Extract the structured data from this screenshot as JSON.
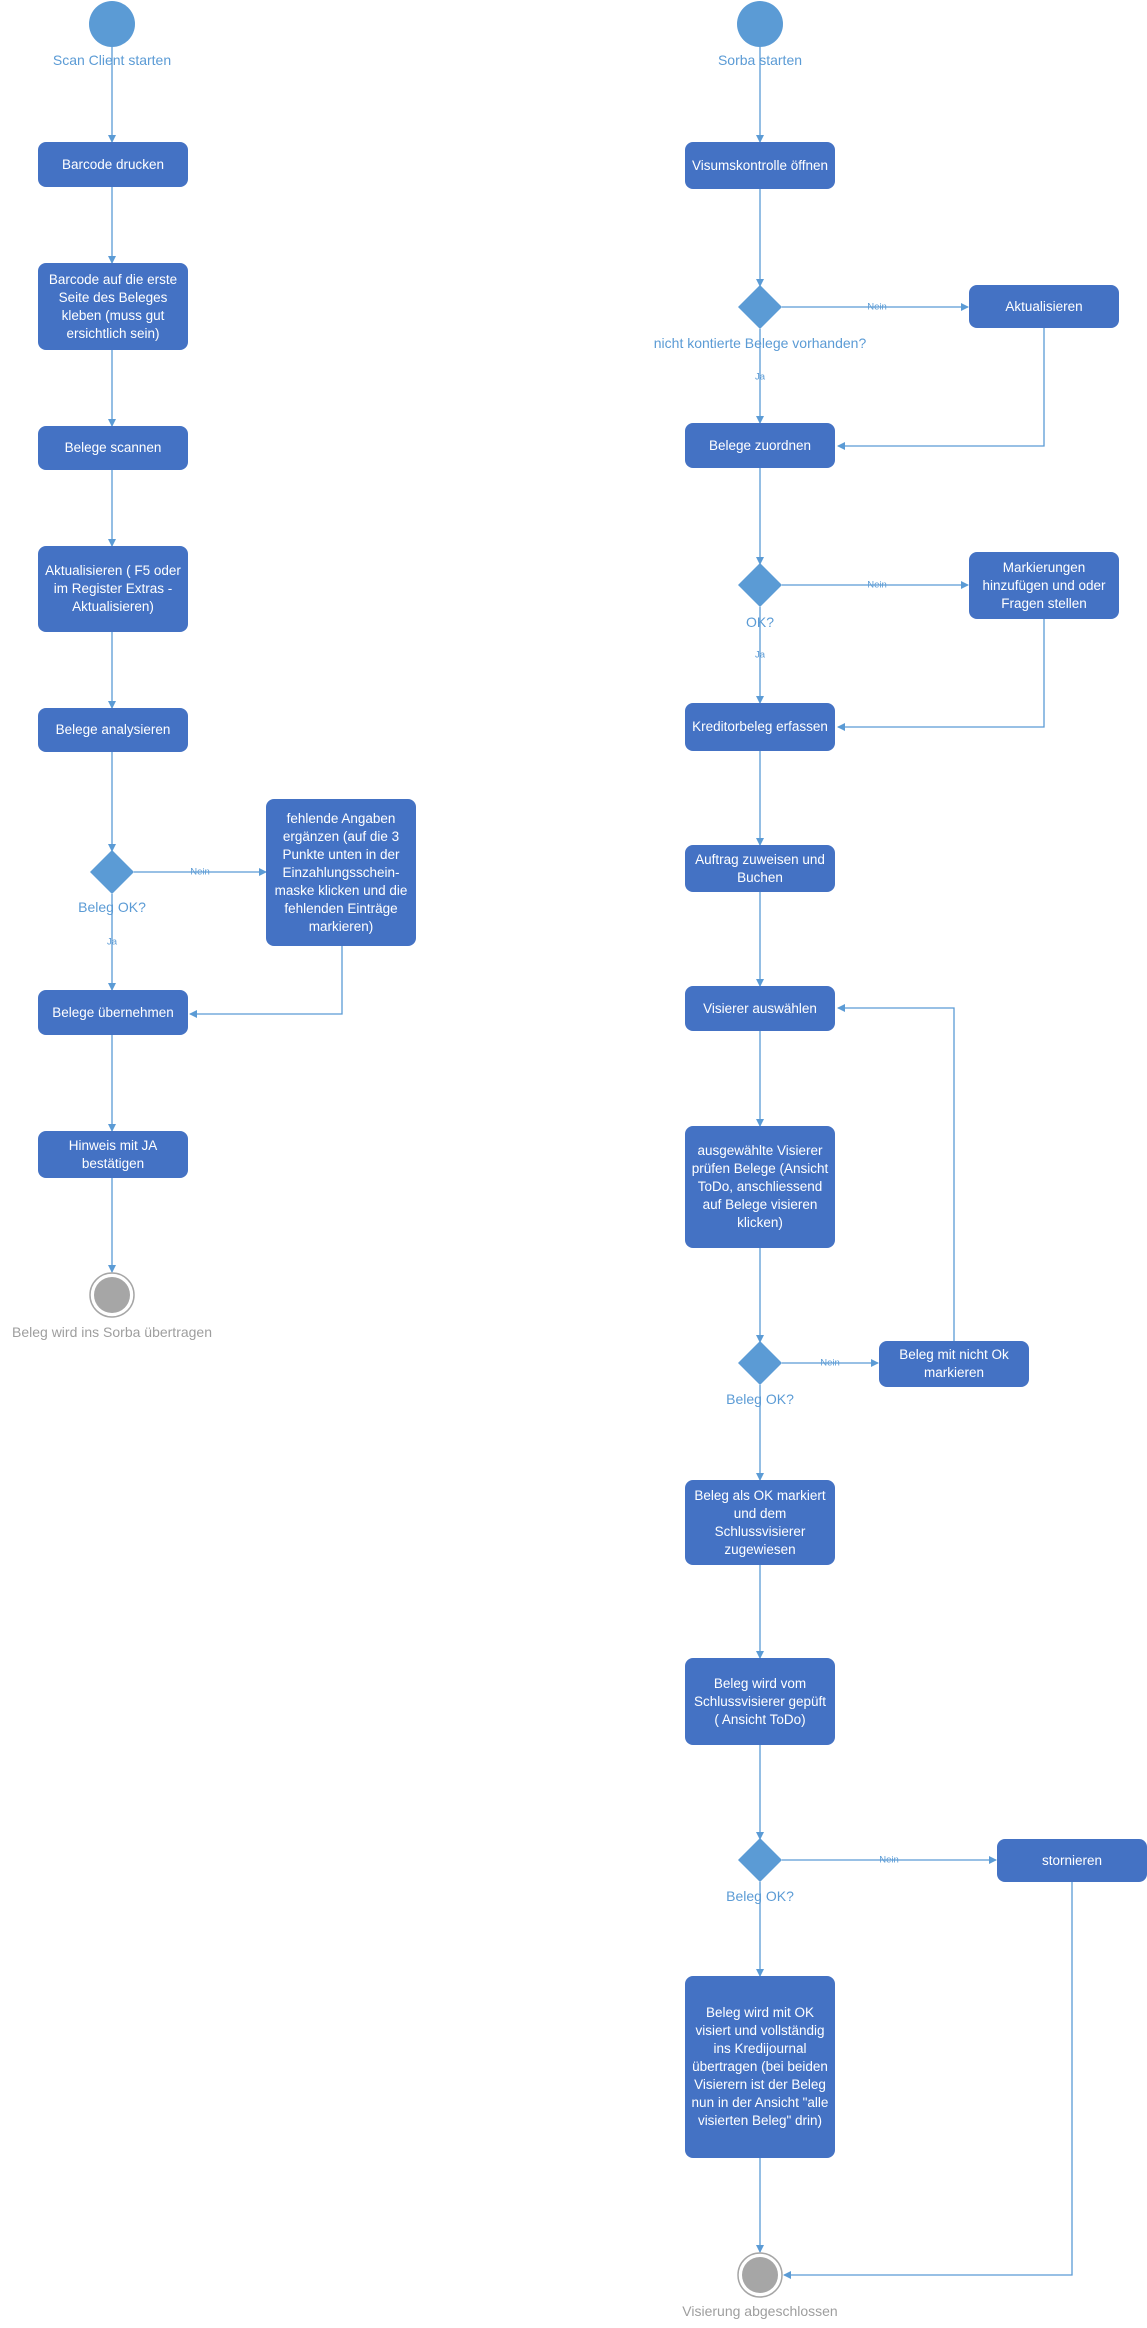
{
  "left": {
    "start_label": "Scan Client starten",
    "nodes": {
      "barcode_drucken": "Barcode drucken",
      "barcode_kleben": "Barcode auf die erste Seite des Beleges kleben (muss gut ersichtlich sein)",
      "belege_scannen": "Belege scannen",
      "aktualisieren": "Aktualisieren ( F5 oder im Register Extras - Aktualisieren)",
      "belege_analysieren": "Belege analysieren",
      "fehlende_angaben": "fehlende Angaben ergänzen (auf die 3 Punkte unten in der Einzahlungsschein-maske klicken und die fehlenden Einträge markieren)",
      "belege_uebernehmen": "Belege übernehmen",
      "hinweis": "Hinweis mit JA bestätigen"
    },
    "decision_label": "Beleg OK?",
    "edge_nein": "Nein",
    "edge_ja": "Ja",
    "end_label": "Beleg wird ins Sorba übertragen"
  },
  "right": {
    "start_label": "Sorba starten",
    "nodes": {
      "visumskontrolle": "Visumskontrolle öffnen",
      "aktualisieren": "Aktualisieren",
      "belege_zuordnen": "Belege zuordnen",
      "markierungen": "Markierungen hinzufügen und oder Fragen stellen",
      "kreditorbeleg": "Kreditorbeleg erfassen",
      "auftrag": "Auftrag zuweisen und Buchen",
      "visierer_auswaehlen": "Visierer auswählen",
      "visierer_pruefen": "ausgewählte Visierer prüfen Belege (Ansicht ToDo, anschliessend auf Belege visieren klicken)",
      "nicht_ok": "Beleg mit nicht Ok markieren",
      "ok_markiert": "Beleg als OK markiert und dem Schlussvisierer zugewiesen",
      "schlussvisierer": "Beleg wird vom Schlussvisierer gepüft ( Ansicht ToDo)",
      "stornieren": "stornieren",
      "visiert": "Beleg wird mit OK visiert und vollständig ins Kredijournal übertragen (bei beiden Visierern ist der Beleg nun in der Ansicht \"alle visierten Beleg\" drin)"
    },
    "decision1_label": "nicht kontierte Belege vorhanden?",
    "decision2_label": "OK?",
    "decision3_label": "Beleg OK?",
    "decision4_label": "Beleg OK?",
    "edge_nein": "Nein",
    "edge_ja": "Ja",
    "end_label": "Visierung abgeschlossen"
  },
  "colors": {
    "box": "#4472C4",
    "line": "#5B9BD5",
    "start_node": "#5B9BD5",
    "end_node": "#A6A6A6"
  }
}
